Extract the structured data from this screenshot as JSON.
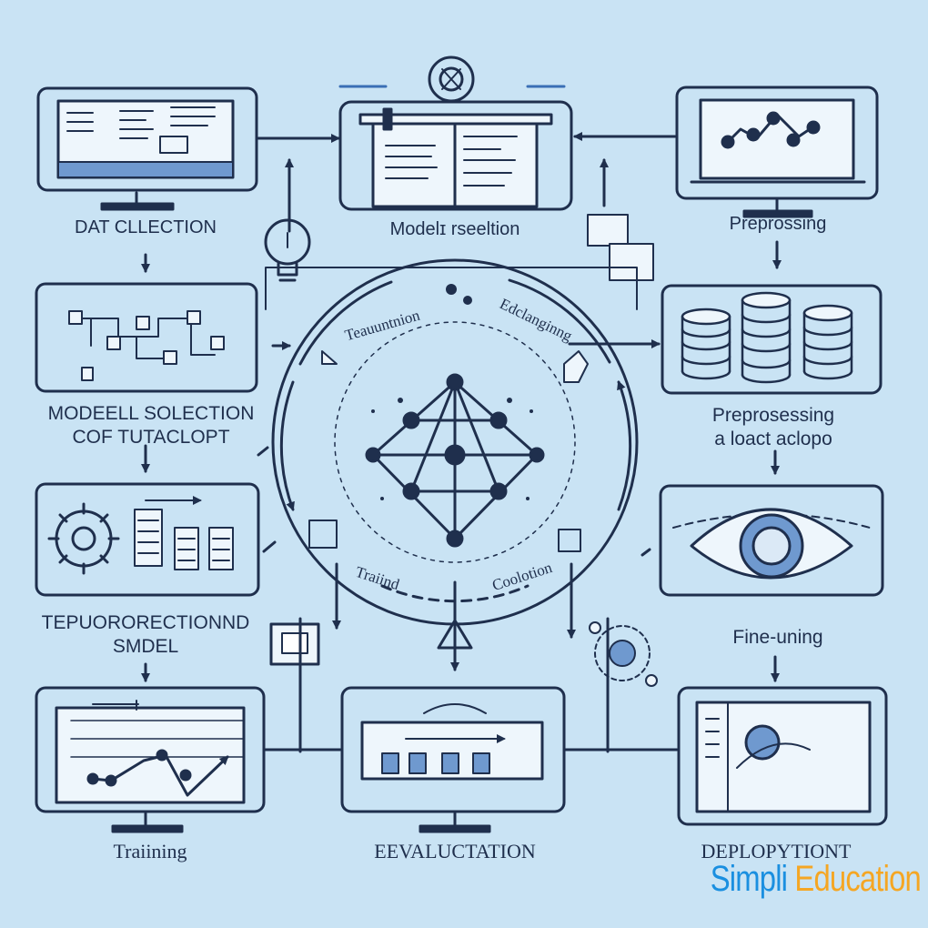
{
  "stages": {
    "data_collection": "DAT CLLECTION",
    "model_selection_top": "Modelɪ rseeltion",
    "preprocessing_top": "Preprossing",
    "model_selection_mid_1": "MODEELL SOLECTION",
    "model_selection_mid_2": "COF TUTACLOPT",
    "preprocessing_mid_1": "Preprosessing",
    "preprocessing_mid_2": "a loact aclopo",
    "tepuoro_1": "TEPUORORECTIONND",
    "tepuoro_2": "SMDEL",
    "fine_tuning": "Fine-uning",
    "training": "Traiining",
    "evaluation": "EEVALUCTATION",
    "deployment": "DEPLOPYTIONT"
  },
  "ring_labels": {
    "top_left": "Teauuntnion",
    "top_right": "Edclanginng",
    "bottom_left": "Traiind",
    "bottom_right": "Coolotion"
  },
  "brand": {
    "part1": "Simpli",
    "part2": " Education"
  },
  "colors": {
    "background": "#c9e3f4",
    "line": "#1f2f4d",
    "accent": "#3a6fb5",
    "brand_blue": "#1a8fe0",
    "brand_orange": "#f5a623"
  }
}
